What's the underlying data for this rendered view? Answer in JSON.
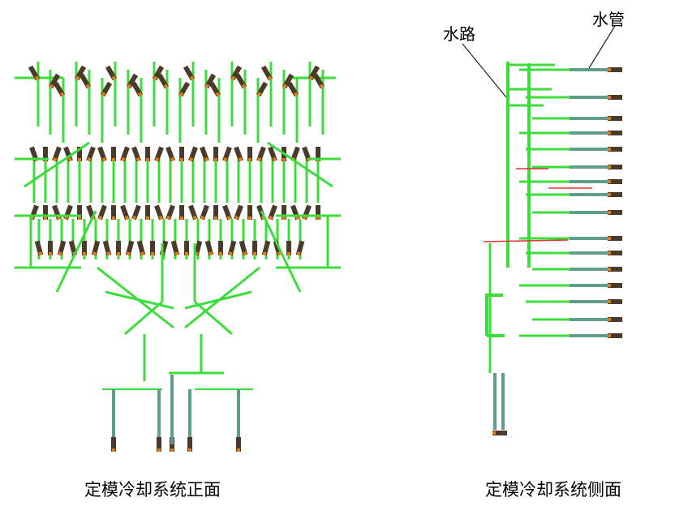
{
  "front": {
    "caption": "定模冷却系统正面"
  },
  "side": {
    "caption": "定模冷却系统侧面",
    "callouts": {
      "waterway": "水路",
      "pipe": "水管"
    }
  },
  "colors": {
    "waterway": "#3ddc3d",
    "waterway_dark": "#1a8a1a",
    "pipe": "#5f9c8a",
    "fitting": "#4a3a2a",
    "connector": "#e07b16",
    "red_line": "#e03030"
  }
}
